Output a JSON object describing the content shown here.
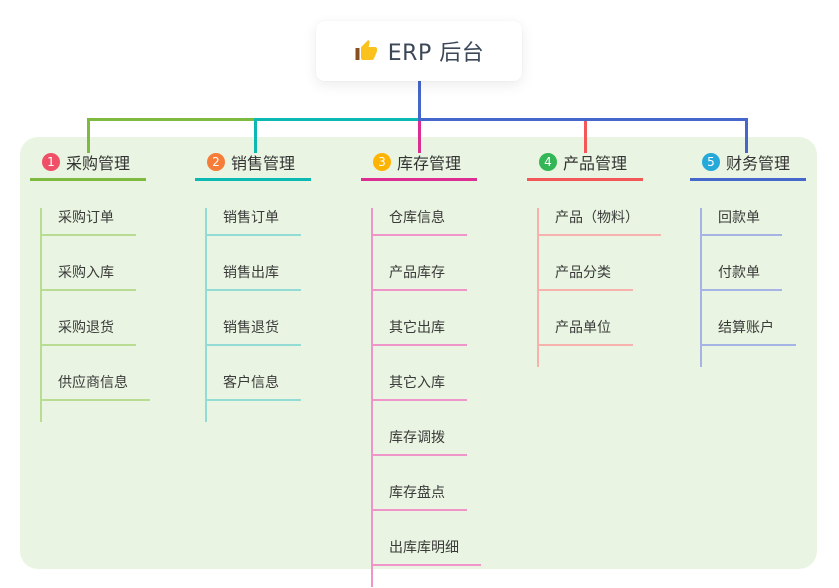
{
  "root": {
    "label": "ERP 后台",
    "icon": "thumbs-up-icon",
    "icon_colors": {
      "hand": "#fbc21d",
      "sleeve": "#8a4f21"
    }
  },
  "canvas": {
    "background": "#ffffff",
    "panel_background": "#e9f5e2"
  },
  "connector": {
    "root_line_color": "#4567cb"
  },
  "branches": [
    {
      "number": "1",
      "title": "采购管理",
      "colors": {
        "badge": "#f04f68",
        "line": "#7fba40",
        "light": "#b8dc92"
      },
      "children": [
        "采购订单",
        "采购入库",
        "采购退货",
        "供应商信息"
      ]
    },
    {
      "number": "2",
      "title": "销售管理",
      "colors": {
        "badge": "#f57d38",
        "line": "#0cb8b2",
        "light": "#93dcd6"
      },
      "children": [
        "销售订单",
        "销售出库",
        "销售退货",
        "客户信息"
      ]
    },
    {
      "number": "3",
      "title": "库存管理",
      "colors": {
        "badge": "#ffb302",
        "line": "#dc2d92",
        "light": "#f095c9"
      },
      "children": [
        "仓库信息",
        "产品库存",
        "其它出库",
        "其它入库",
        "库存调拨",
        "库存盘点",
        "出库库明细"
      ]
    },
    {
      "number": "4",
      "title": "产品管理",
      "colors": {
        "badge": "#33b655",
        "line": "#f25858",
        "light": "#f7b2ad"
      },
      "children": [
        "产品（物料）",
        "产品分类",
        "产品单位"
      ]
    },
    {
      "number": "5",
      "title": "财务管理",
      "colors": {
        "badge": "#25a9d9",
        "line": "#4567cb",
        "light": "#a5b4e4"
      },
      "children": [
        "回款单",
        "付款单",
        "结算账户"
      ]
    }
  ]
}
